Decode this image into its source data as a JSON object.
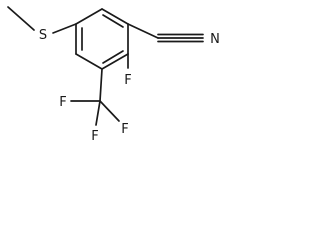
{
  "molecule": {
    "atoms": {
      "sulfur": "S",
      "nitrogen": "N",
      "fluorine_ring": "F",
      "fluorine_cf3_left": "F",
      "fluorine_cf3_bottom": "F",
      "fluorine_cf3_right": "F"
    }
  }
}
